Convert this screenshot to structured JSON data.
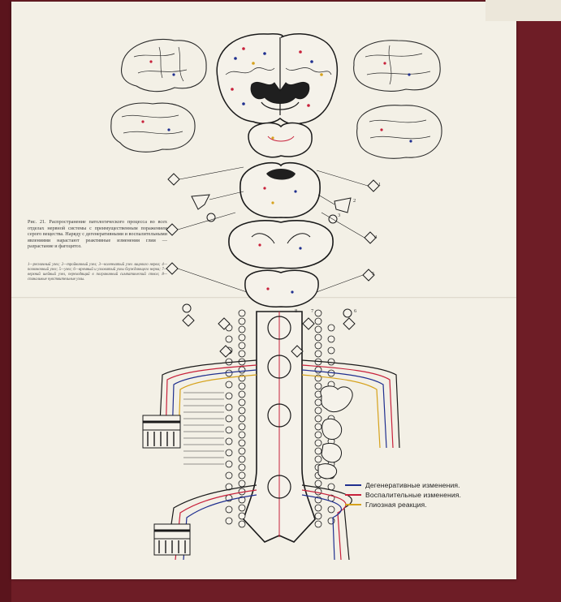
{
  "page": {
    "colors": {
      "background": "#6e1d26",
      "paper": "#f3f0e6",
      "line": "#222222",
      "degenerative": "#1f2f8f",
      "inflammatory": "#c8203a",
      "glial": "#d6a21c"
    }
  },
  "caption": {
    "figure_number": "Рис. 21.",
    "title_text": "Распространение патологического процесса во всех отделах нервной системы с преимущественным поражением серого вещества. Наряду с дегенеративными и воспалительными явлениями нарастают реактивные изменения глии — разрастание и фагоцитоз.",
    "sublegend": "1—ресничный узел; 2—тройничный узел; 3—коленчатый узел лицевого нерва; 4—позвоночный узел; 5—узел; 6—яремный и узловатый узлы блуждающего нерва; 7—верхний шейный узел, переходящий в пограничный симпатический ствол; 8—спинальные чувствительные узлы."
  },
  "labels": {
    "n1": "1",
    "n2": "2",
    "n3": "3",
    "n4": "4",
    "n5": "5",
    "n6": "6",
    "n7": "7",
    "n8": "8"
  },
  "legend": {
    "items": [
      {
        "label": "Дегенеративные изменения.",
        "color": "#1f2f8f"
      },
      {
        "label": "Воспалительные изменения.",
        "color": "#c8203a"
      },
      {
        "label": "Глиозная реакция.",
        "color": "#d6a21c"
      }
    ]
  }
}
